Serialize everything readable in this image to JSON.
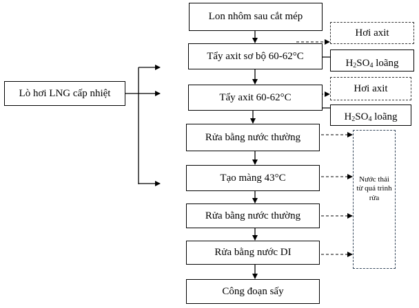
{
  "heat_source": {
    "label": "Lò hơi LNG cấp nhiệt"
  },
  "process_steps": [
    {
      "id": "step-1",
      "label": "Lon nhôm sau cắt mép"
    },
    {
      "id": "step-2",
      "label": "Tẩy axit sơ bộ 60-62°C"
    },
    {
      "id": "step-3",
      "label": "Tẩy axit 60-62°C"
    },
    {
      "id": "step-4",
      "label": "Rửa bằng nước thường"
    },
    {
      "id": "step-5",
      "label": "Tạo màng 43°C"
    },
    {
      "id": "step-6",
      "label": "Rửa bằng nước thường"
    },
    {
      "id": "step-7",
      "label": "Rửa bằng nước DI"
    },
    {
      "id": "step-8",
      "label": "Công đoạn sấy"
    }
  ],
  "side_outputs": [
    {
      "label": "Hơi axit"
    },
    {
      "label": "Hơi axit"
    }
  ],
  "side_inputs": [
    {
      "formula_h": "H",
      "formula_sub1": "2",
      "formula_so": "SO",
      "formula_sub2": "4",
      "suffix": " loãng"
    },
    {
      "formula_h": "H",
      "formula_sub1": "2",
      "formula_so": "SO",
      "formula_sub2": "4",
      "suffix": " loãng"
    }
  ],
  "waste_water": {
    "label": "Nước thải từ quá trình rửa"
  },
  "colors": {
    "line": "#000000",
    "dashed_line": "#333333",
    "waste_border": "#34465a"
  }
}
